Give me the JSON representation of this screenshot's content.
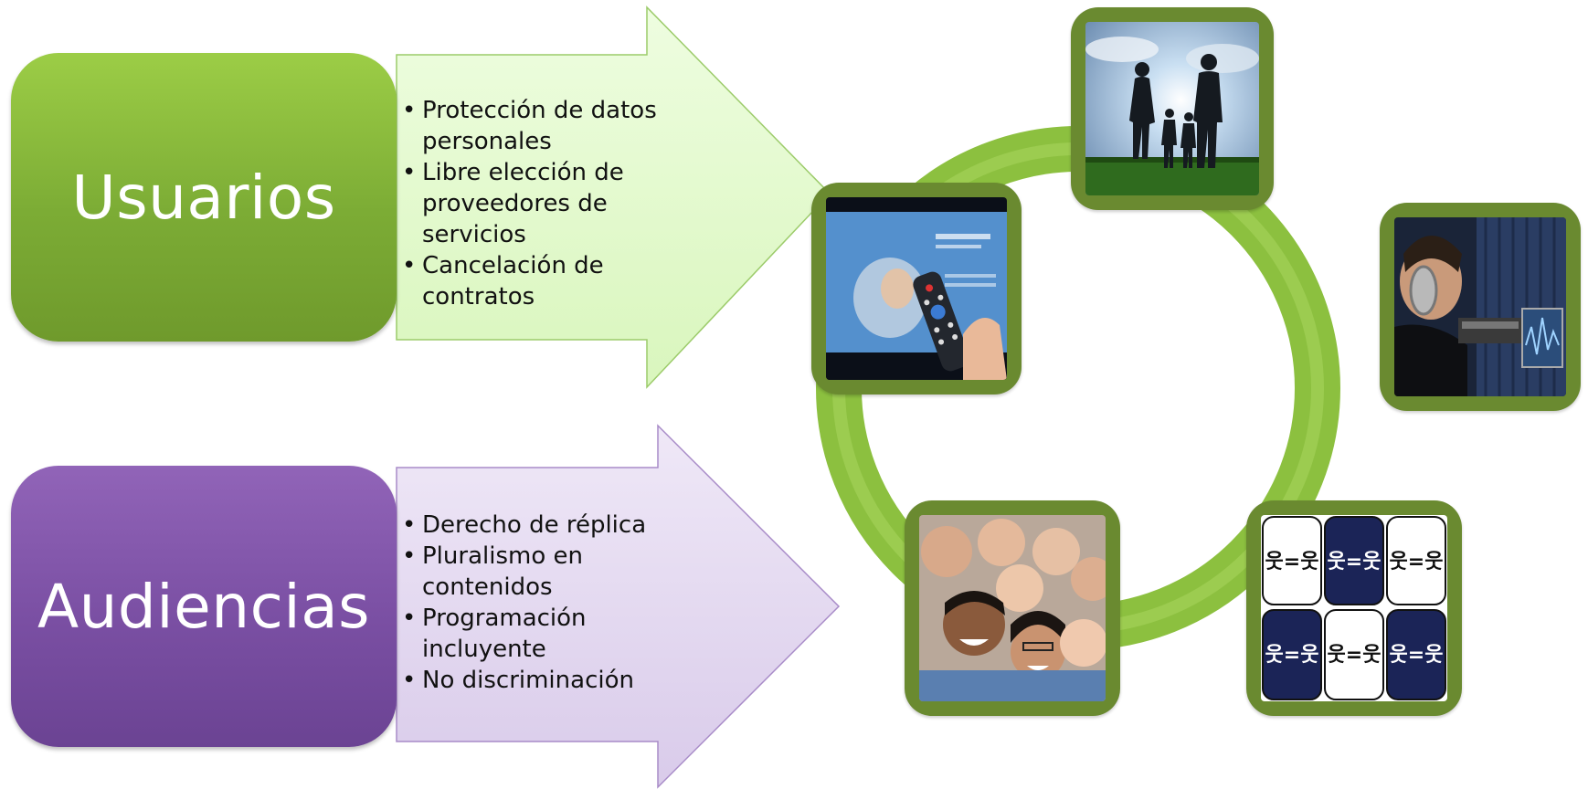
{
  "usuarios": {
    "title": "Usuarios",
    "bullets": [
      "Protección de datos personales",
      "Libre elección de proveedores de servicios",
      "Cancelación de contratos"
    ]
  },
  "audiencias": {
    "title": "Audiencias",
    "bullets": [
      "Derecho de réplica",
      "Pluralismo en contenidos",
      "Programación incluyente",
      "No discriminación"
    ]
  },
  "colors": {
    "green_box": "#86b83c",
    "green_arrow": "#e4f9cf",
    "purple_box": "#7c52a6",
    "purple_arrow": "#e2d6f0",
    "ring": "#8cc03f",
    "tile_frame": "#6a8a30"
  },
  "images": [
    "tv-remote-image",
    "family-silhouette-image",
    "radio-host-image",
    "smiling-crowd-image",
    "equality-pictograms-image"
  ]
}
